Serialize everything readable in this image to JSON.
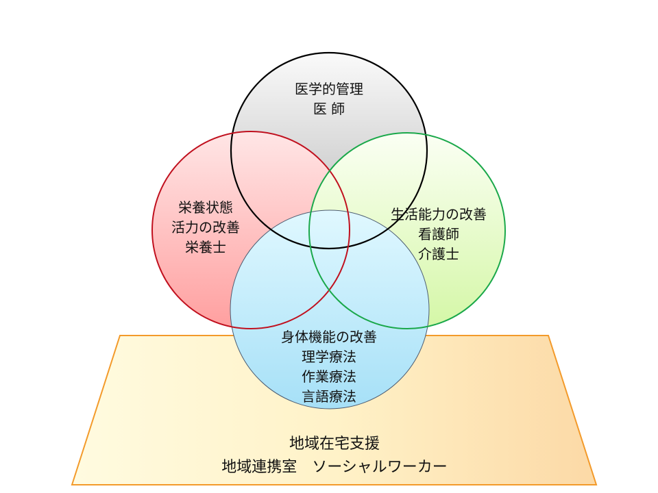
{
  "colors": {
    "medical_stroke": "#000000",
    "nutrition_stroke": "#c0101e",
    "living_stroke": "#1aa84a",
    "physical_stroke": "#4a5a70",
    "support_stroke": "#f39a2a"
  },
  "medical": {
    "lines": [
      "医学的管理",
      "医 師"
    ]
  },
  "nutrition": {
    "lines": [
      "栄養状態",
      "活力の改善",
      "栄養士"
    ]
  },
  "living": {
    "lines": [
      "生活能力の改善",
      "看護師",
      "介護士"
    ]
  },
  "physical": {
    "lines": [
      "身体機能の改善",
      "理学療法",
      "作業療法",
      "言語療法"
    ]
  },
  "support": {
    "lines": [
      "地域在宅支援",
      "地域連携室　ソーシャルワーカー"
    ]
  }
}
